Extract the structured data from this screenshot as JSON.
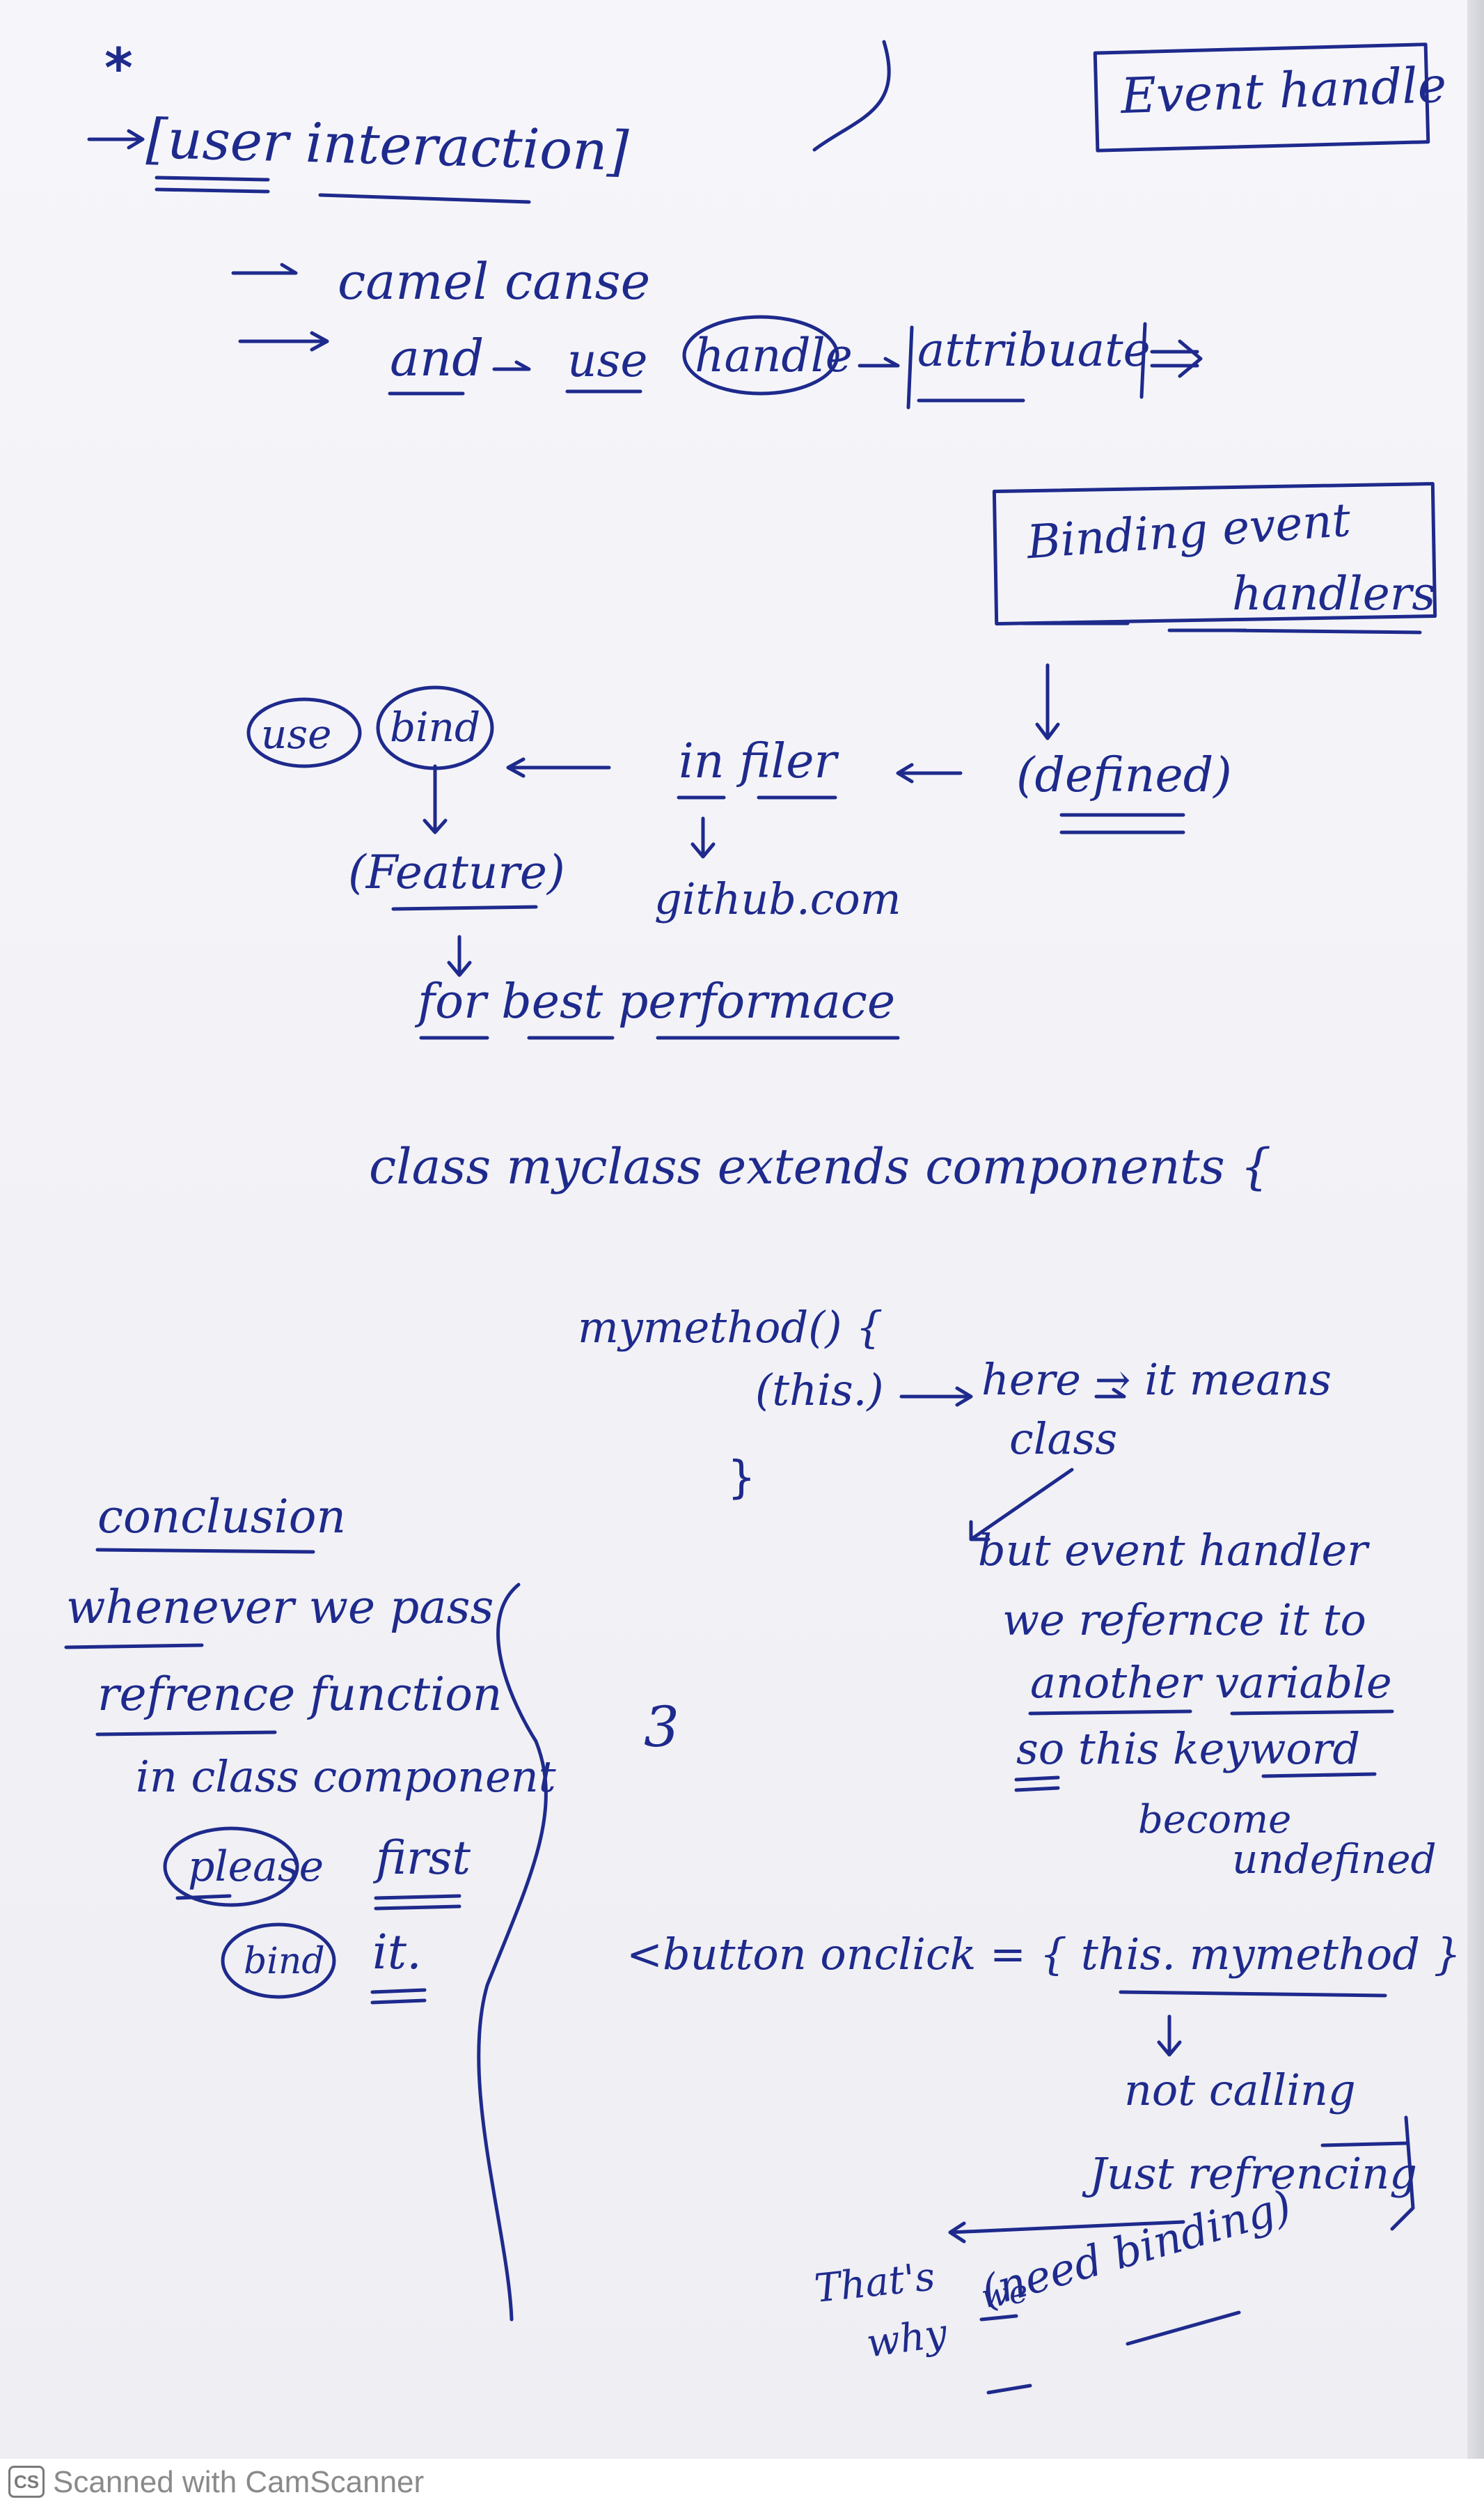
{
  "notes": {
    "star": "*",
    "heading": "[user interaction]",
    "title_box": "Event handle",
    "camel": "camel canse",
    "attr_and": "and",
    "attr_use": "use",
    "attr_handle": "handle",
    "attr_attribute": "attribuate",
    "binding_title_1": "Binding event",
    "binding_title_2": "handlers",
    "defined": "(defined)",
    "in_file": "in filer",
    "use": "use",
    "bind": "bind",
    "feature": "(Feature)",
    "github": "github.com",
    "best_perf": "for best performace",
    "class_decl": "class myclass extends components {",
    "method_decl": "mymethod() {",
    "this_kw": "(this.)",
    "here_means": "here → it means",
    "class_word": "class",
    "method_close": "}",
    "class_close": "3",
    "conclusion_title": "conclusion",
    "conclusion_1": "whenever we pass",
    "conclusion_2": "refrence function",
    "conclusion_3": "in class component",
    "conclusion_please": "please",
    "conclusion_first": "first",
    "conclusion_bind": "bind",
    "conclusion_it": "it.",
    "handler_1": "but event handler",
    "handler_2": "we refernce it to",
    "handler_3": "another variable",
    "handler_4": "so this keyword",
    "handler_5": "become",
    "handler_6": "undefined",
    "button_line": "<button onclick = { this. mymethod }",
    "not_calling": "not calling",
    "just_ref": "Just refrencing",
    "thats": "That's",
    "why": "why",
    "we": "we",
    "need_binding": "(need binding)"
  },
  "footer": {
    "logo": "CS",
    "text": "Scanned with CamScanner"
  },
  "colors": {
    "ink": "#1e2a8c",
    "paper": "#f3f3f7",
    "footer_text": "#8a8a8a"
  }
}
